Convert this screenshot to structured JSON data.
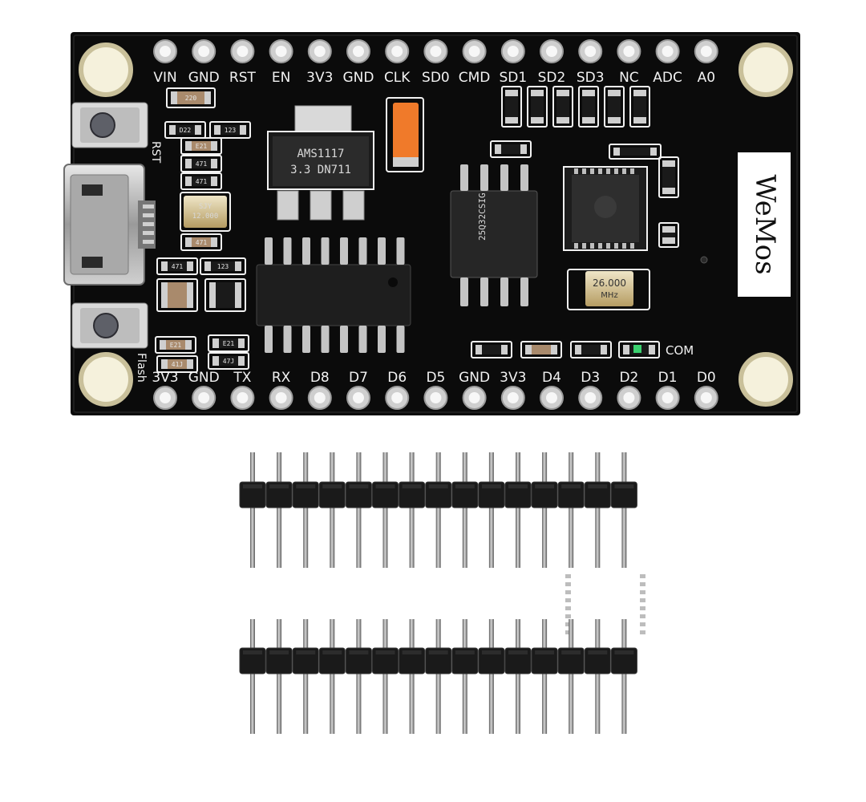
{
  "board": {
    "top_pins": [
      "VIN",
      "GND",
      "RST",
      "EN",
      "3V3",
      "GND",
      "CLK",
      "SD0",
      "CMD",
      "SD1",
      "SD2",
      "SD3",
      "NC",
      "ADC",
      "A0"
    ],
    "bottom_pins": [
      "3V3",
      "GND",
      "TX",
      "RX",
      "D8",
      "D7",
      "D6",
      "D5",
      "GND",
      "3V3",
      "D4",
      "D3",
      "D2",
      "D1",
      "D0"
    ],
    "regulator_line1": "AMS1117",
    "regulator_line2": "3.3  DN711",
    "crystal_main_line1": "26.000",
    "crystal_main_line2": "MHz",
    "crystal_usb_line1": "SJY",
    "crystal_usb_line2": "12.000",
    "button_rst_label": "RST",
    "button_flash_label": "Flash",
    "com_label": "COM",
    "flash_chip_text": "25Q32CSIG",
    "logo_text": "WeMos",
    "resistor_codes": [
      "220",
      "D22",
      "123",
      "E21",
      "471",
      "471",
      "471",
      "471",
      "123",
      "E21",
      "E21",
      "47J",
      "41J"
    ]
  },
  "headers": {
    "strip_count": 2,
    "pins_per_strip": 15
  },
  "colors": {
    "pcb": "#0b0b0b",
    "silkscreen": "#f2f2f2",
    "pad_copper": "#c9c9c9",
    "header_plastic": "#1a1a1a",
    "header_pin": "#8f8f8f",
    "led_orange": "#f07a2a",
    "crystal_gold": "#c8b27a"
  }
}
